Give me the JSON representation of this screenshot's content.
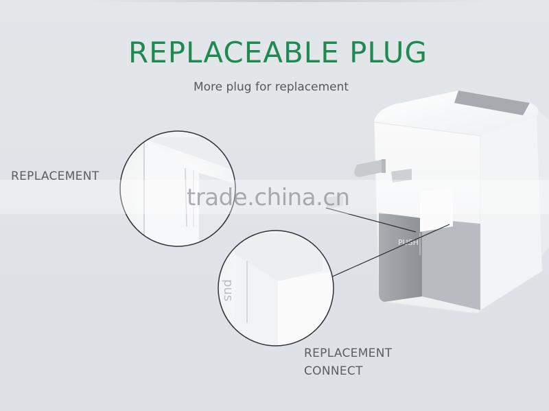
{
  "header": {
    "title": "REPLACEABLE PLUG",
    "subtitle": "More plug for replacement"
  },
  "labels": {
    "left": "REPLACEMENT",
    "bottom_line1": "REPLACEMENT",
    "bottom_line2": "CONNECT"
  },
  "zoom_text": {
    "push_button": "PUSH",
    "push_partial": "pus"
  },
  "watermark": "trade.china.cn",
  "colors": {
    "title_green": "#1e8a52",
    "background": "#e1e5e8",
    "device_white": "#fbfbfb",
    "device_grey": "#9a9ea2"
  }
}
